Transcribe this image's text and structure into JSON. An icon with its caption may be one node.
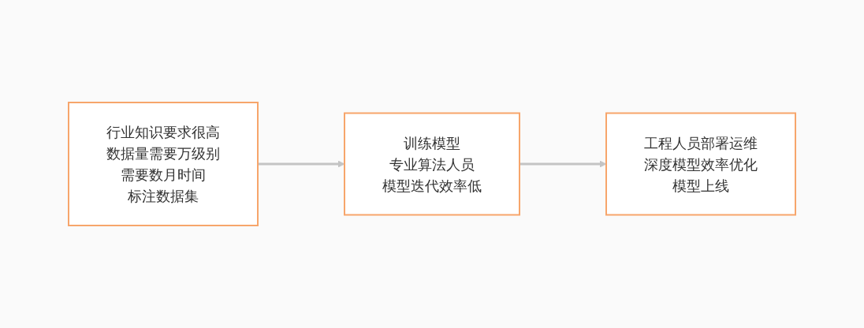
{
  "diagram": {
    "nodes": [
      {
        "text": [
          "行业知识要求很高",
          "数据量需要万级别",
          "需要数月时间",
          "标注数据集"
        ]
      },
      {
        "text": [
          "训练模型",
          "专业算法人员",
          "模型迭代效率低"
        ]
      },
      {
        "text": [
          "工程人员部署运维",
          "深度模型效率优化",
          "模型上线"
        ]
      }
    ],
    "edges": [
      {
        "from": 0,
        "to": 1,
        "arrow": "to"
      },
      {
        "from": 1,
        "to": 2,
        "arrow": "to"
      }
    ]
  }
}
